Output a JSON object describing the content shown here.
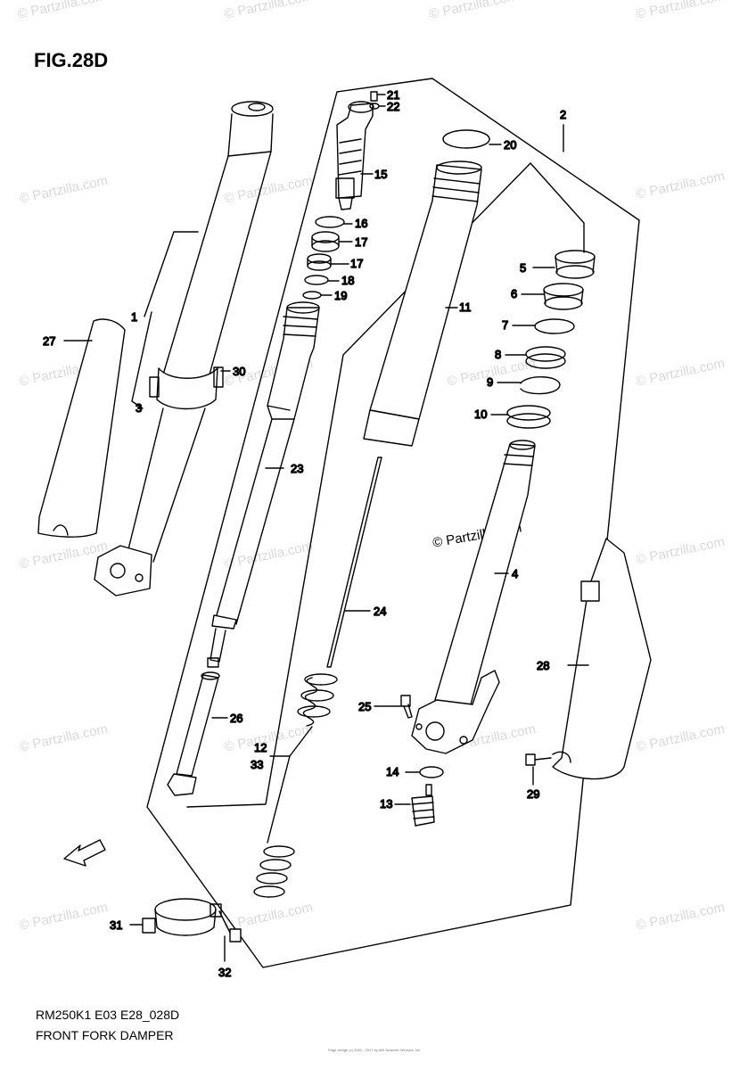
{
  "figure": {
    "title": "FIG.28D",
    "model_code": "RM250K1 E03 E28_028D",
    "name": "FRONT FORK DAMPER",
    "copyright": "© Partzilla.com",
    "watermark": "© Partzilla.com",
    "fine_print": "Page design (c) 2001 - 2017 by ARI Network Services, Inc."
  },
  "callouts": [
    "1",
    "2",
    "3",
    "4",
    "5",
    "6",
    "7",
    "8",
    "9",
    "10",
    "11",
    "12",
    "33",
    "13",
    "14",
    "15",
    "16",
    "17",
    "17",
    "18",
    "19",
    "20",
    "21",
    "22",
    "23",
    "24",
    "25",
    "26",
    "27",
    "28",
    "29",
    "30",
    "31",
    "32"
  ]
}
